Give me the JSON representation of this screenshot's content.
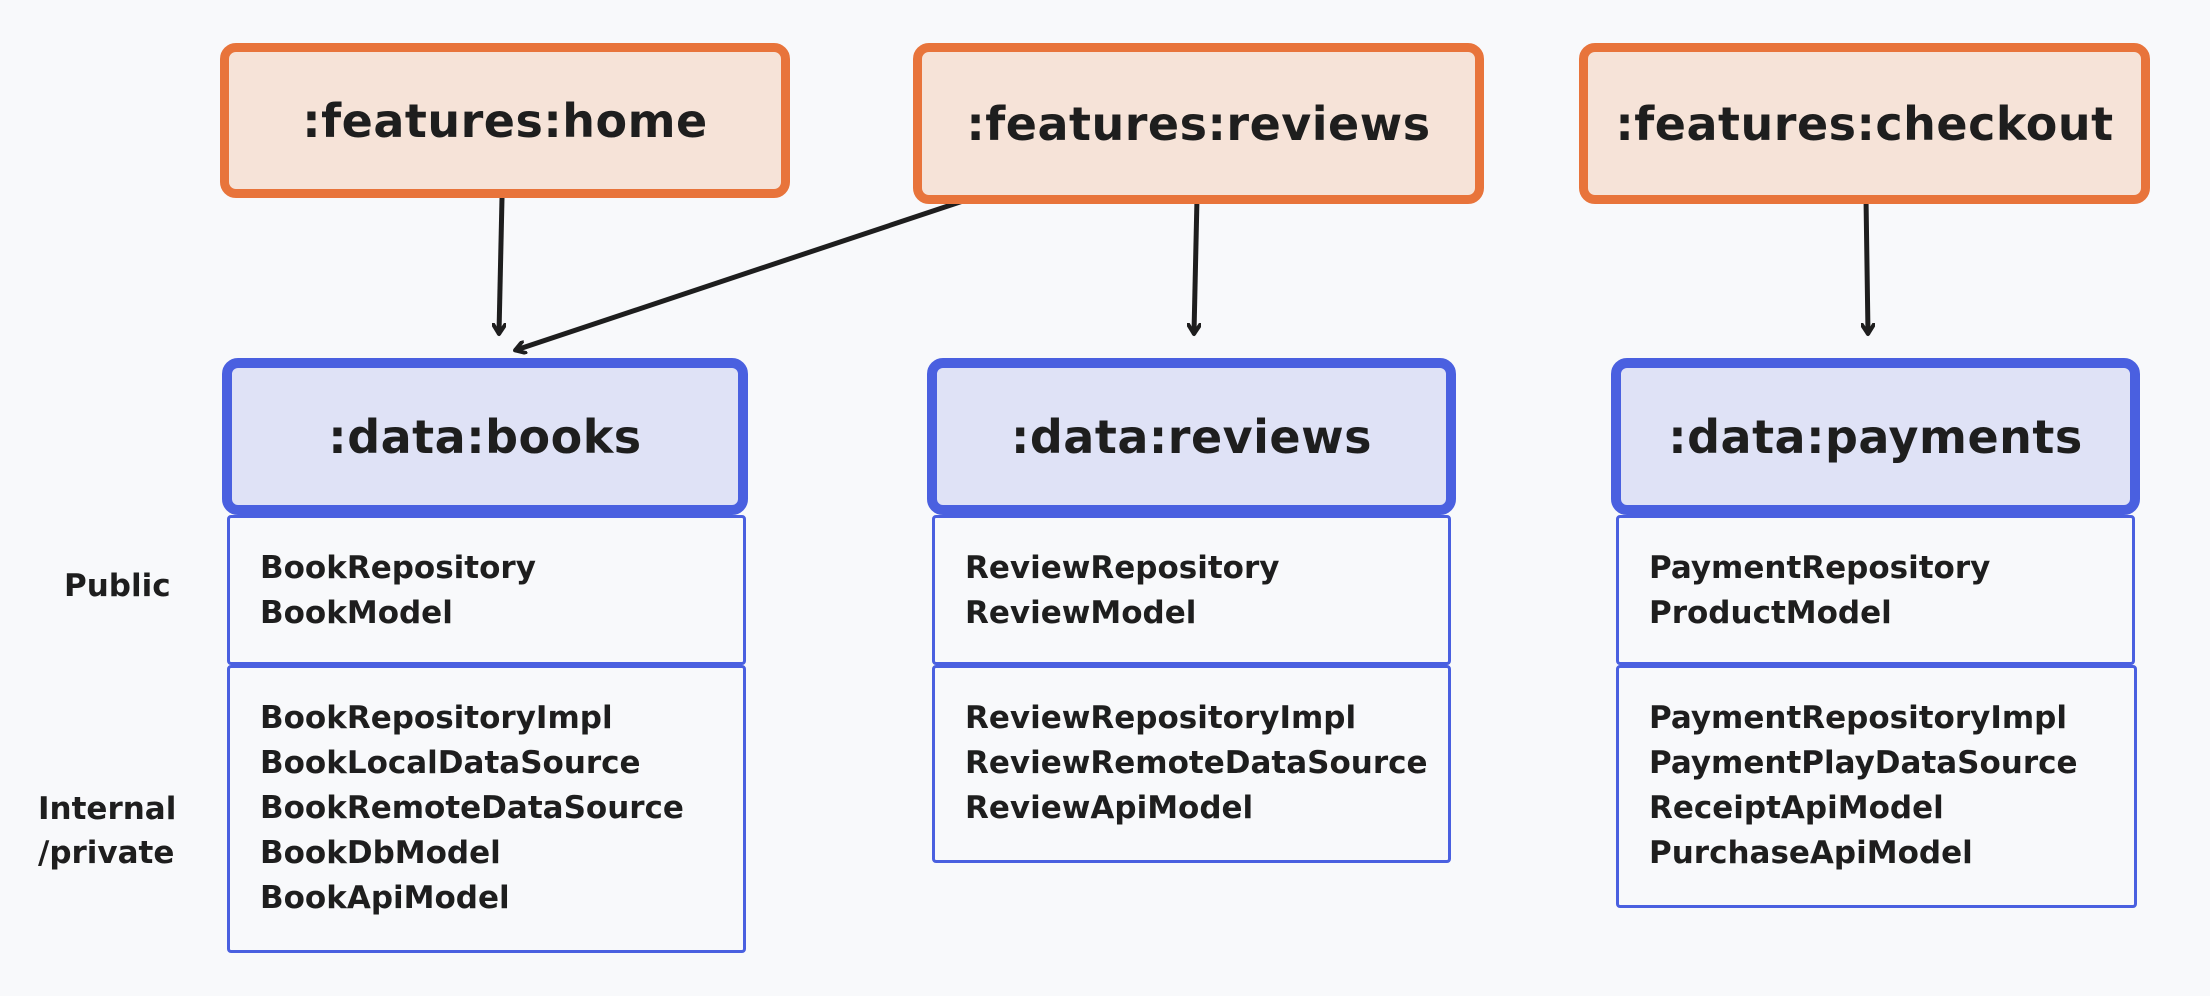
{
  "features": {
    "home": ":features:home",
    "reviews": ":features:reviews",
    "checkout": ":features:checkout"
  },
  "modules": {
    "books": {
      "title": ":data:books",
      "public": [
        "BookRepository",
        "BookModel"
      ],
      "internal": [
        "BookRepositoryImpl",
        "BookLocalDataSource",
        "BookRemoteDataSource",
        "BookDbModel",
        "BookApiModel"
      ]
    },
    "reviews": {
      "title": ":data:reviews",
      "public": [
        "ReviewRepository",
        "ReviewModel"
      ],
      "internal": [
        "ReviewRepositoryImpl",
        "ReviewRemoteDataSource",
        "ReviewApiModel"
      ]
    },
    "payments": {
      "title": ":data:payments",
      "public": [
        "PaymentRepository",
        "ProductModel"
      ],
      "internal": [
        "PaymentRepositoryImpl",
        "PaymentPlayDataSource",
        "ReceiptApiModel",
        "PurchaseApiModel"
      ]
    }
  },
  "labels": {
    "public": "Public",
    "internal": "Internal\n/private"
  },
  "colors": {
    "feature_fill": "#f6e3d8",
    "feature_border": "#e8743b",
    "data_fill": "#dfe2f6",
    "data_border": "#4a60e0",
    "arrow": "#1e1e1e",
    "background": "#f8f9fb"
  }
}
